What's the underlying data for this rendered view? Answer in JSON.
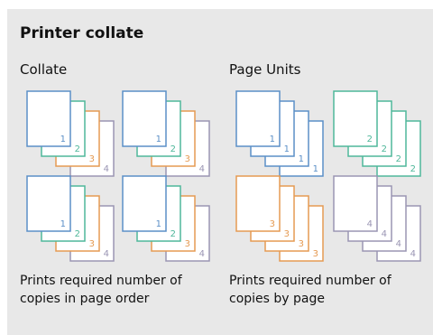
{
  "title": "Printer collate",
  "left": {
    "heading": "Collate",
    "description_line1": "Prints required number of",
    "description_line2": "copies in page order",
    "stacks": [
      [
        "1",
        "2",
        "3",
        "4"
      ],
      [
        "1",
        "2",
        "3",
        "4"
      ],
      [
        "1",
        "2",
        "3",
        "4"
      ],
      [
        "1",
        "2",
        "3",
        "4"
      ]
    ]
  },
  "right": {
    "heading": "Page Units",
    "description_line1": "Prints required number of",
    "description_line2": "copies by page",
    "stacks": [
      [
        "1",
        "1",
        "1",
        "1"
      ],
      [
        "2",
        "2",
        "2",
        "2"
      ],
      [
        "3",
        "3",
        "3",
        "3"
      ],
      [
        "4",
        "4",
        "4",
        "4"
      ]
    ]
  },
  "colors": {
    "page1": "#5b8fc7",
    "page2": "#4fb79a",
    "page3": "#e59a52",
    "page4": "#9a95b3",
    "panel": "#e8e8e8"
  }
}
